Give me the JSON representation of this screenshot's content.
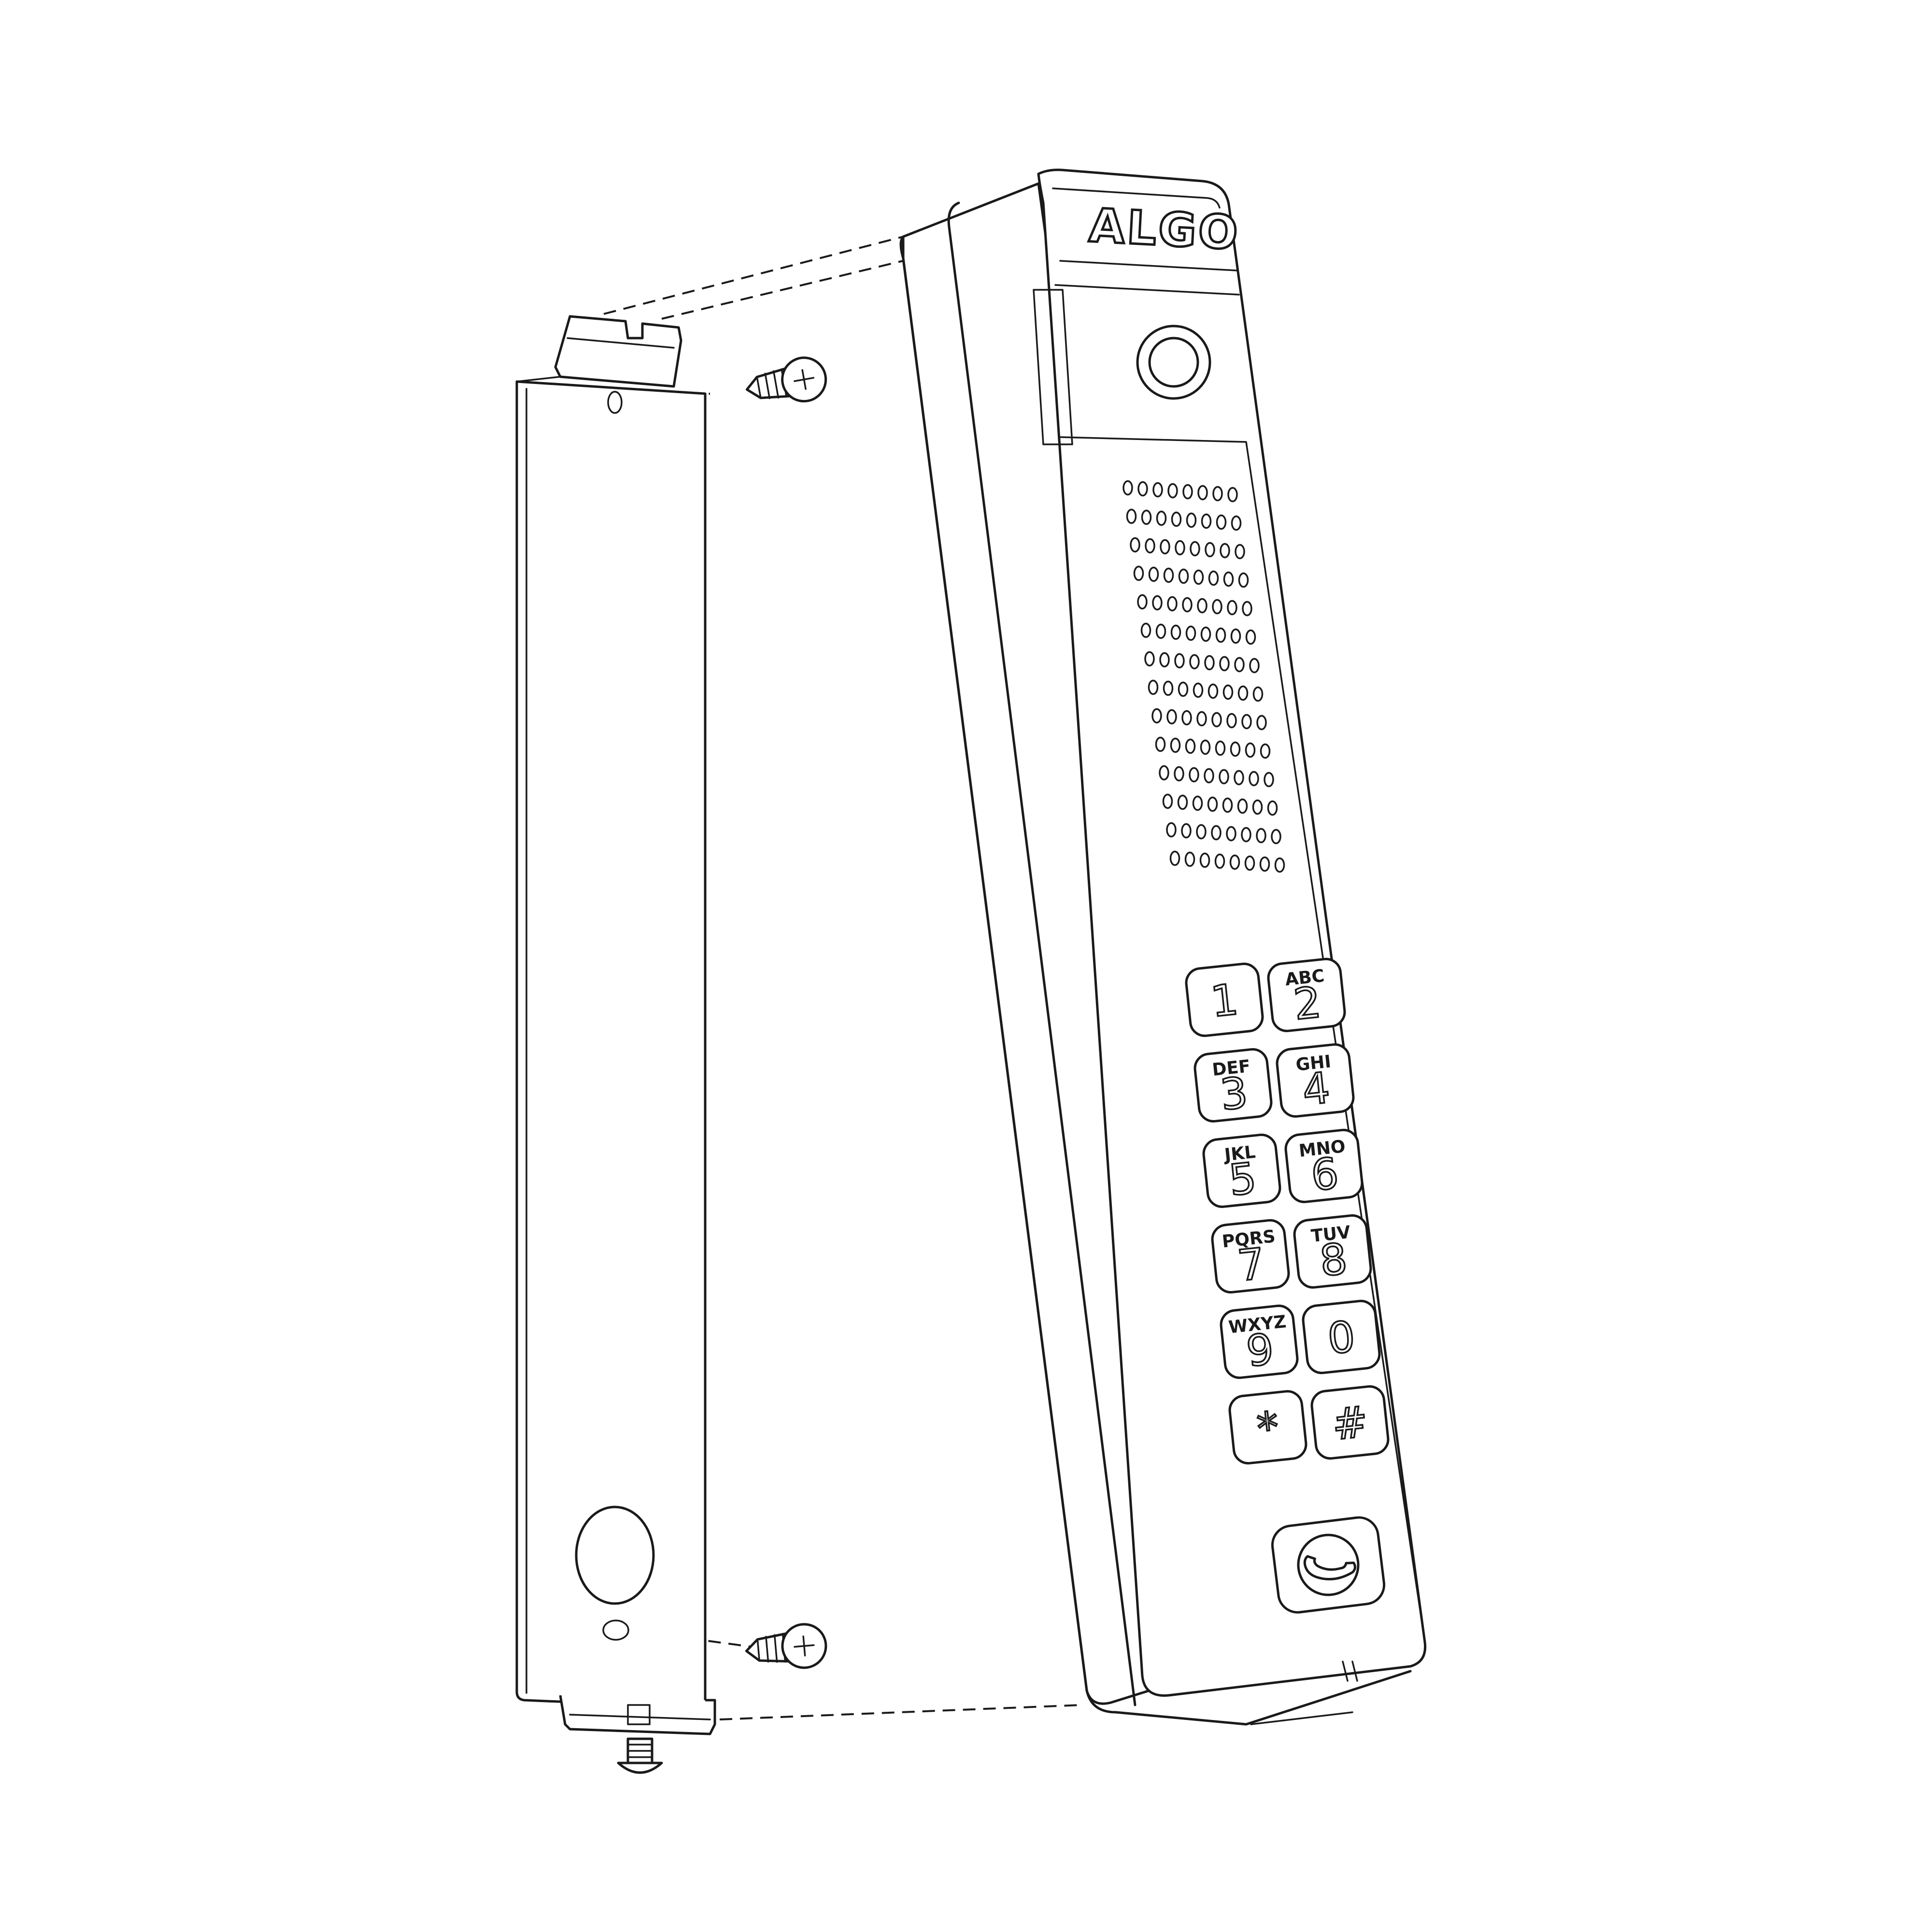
{
  "device": {
    "brand_logo": "ALGO",
    "keypad": [
      {
        "digit": "1",
        "letters": ""
      },
      {
        "digit": "2",
        "letters": "ABC"
      },
      {
        "digit": "3",
        "letters": "DEF"
      },
      {
        "digit": "4",
        "letters": "GHI"
      },
      {
        "digit": "5",
        "letters": "JKL"
      },
      {
        "digit": "6",
        "letters": "MNO"
      },
      {
        "digit": "7",
        "letters": "PQRS"
      },
      {
        "digit": "8",
        "letters": "TUV"
      },
      {
        "digit": "9",
        "letters": "WXYZ"
      },
      {
        "digit": "0",
        "letters": ""
      },
      {
        "digit": "*",
        "letters": ""
      },
      {
        "digit": "#",
        "letters": ""
      }
    ],
    "call_button_icon": "phone-handset-icon",
    "camera_icon": "camera-lens-icon"
  },
  "bracket": {
    "screw_icon": "phillips-screw-icon"
  }
}
